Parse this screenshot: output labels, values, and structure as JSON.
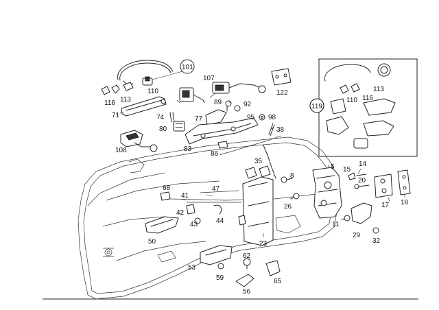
{
  "callouts": {
    "c101": "101",
    "c110a": "110",
    "c116a": "116",
    "c113a": "113",
    "c71": "71",
    "c74": "74",
    "c80": "80",
    "c108": "108",
    "c107": "107",
    "c89": "89",
    "c92": "92",
    "c77": "77",
    "c95": "95",
    "c98": "98",
    "c122": "122",
    "c38": "38",
    "c83": "83",
    "c86": "86",
    "c35": "35",
    "c119": "119",
    "c110b": "110",
    "c116b": "116",
    "c113b": "113",
    "c5": "5",
    "c15": "15",
    "c14": "14",
    "c20": "20",
    "c8": "8",
    "c26": "26",
    "c68": "68",
    "c41": "41",
    "c47": "47",
    "c42": "42",
    "c43": "43",
    "c44": "44",
    "c50": "50",
    "c23": "23",
    "c11": "11",
    "c29": "29",
    "c32": "32",
    "c17": "17",
    "c18": "18",
    "c62": "62",
    "c53": "53",
    "c59": "59",
    "c56": "56",
    "c65": "65"
  }
}
